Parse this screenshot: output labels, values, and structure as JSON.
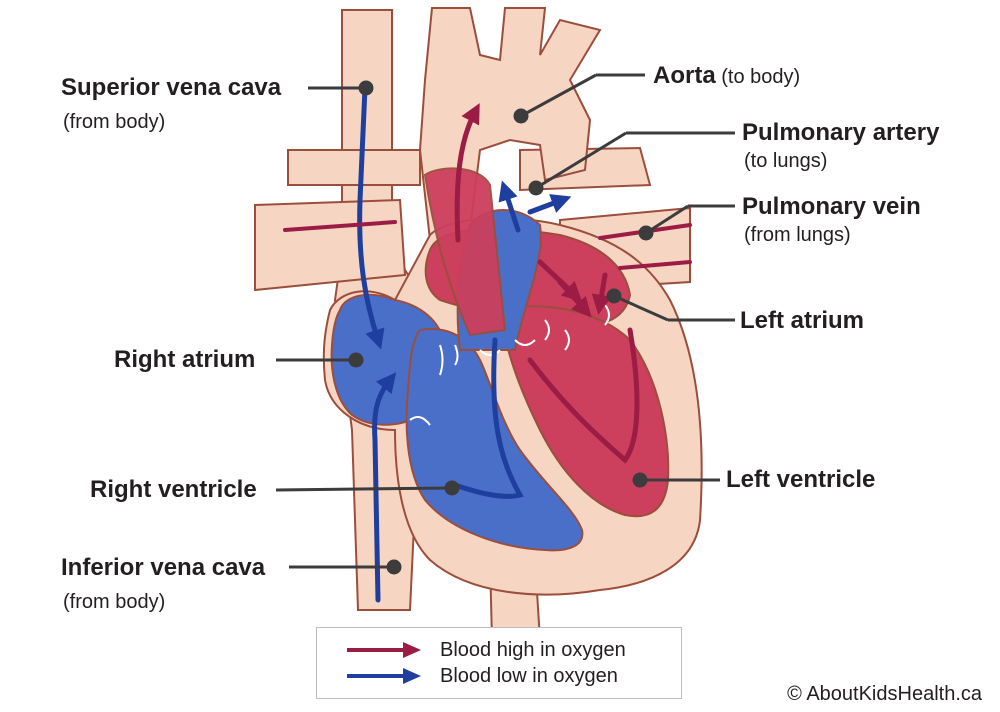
{
  "labels": {
    "svc": {
      "name": "Superior vena cava",
      "sub": "(from body)"
    },
    "aorta": {
      "name": "Aorta",
      "sub": " (to body)"
    },
    "pa": {
      "name": "Pulmonary artery",
      "sub": "(to lungs)"
    },
    "pv": {
      "name": "Pulmonary vein",
      "sub": "(from lungs)"
    },
    "la": {
      "name": "Left atrium"
    },
    "ra": {
      "name": "Right atrium"
    },
    "rv": {
      "name": "Right ventricle"
    },
    "lv": {
      "name": "Left ventricle"
    },
    "ivc": {
      "name": "Inferior vena cava",
      "sub": "(from body)"
    }
  },
  "legend": {
    "high": "Blood high in oxygen",
    "low": "Blood low in oxygen"
  },
  "copyright": "© AboutKidsHealth.ca",
  "colors": {
    "tissue": "#f6d5c3",
    "outline": "#9c4e3c",
    "oxygen_rich": "#9b1c45",
    "oxygen_rich_fill": "#cc3f5d",
    "oxygen_poor": "#1f3f9f",
    "oxygen_poor_fill": "#4a6fc8"
  }
}
